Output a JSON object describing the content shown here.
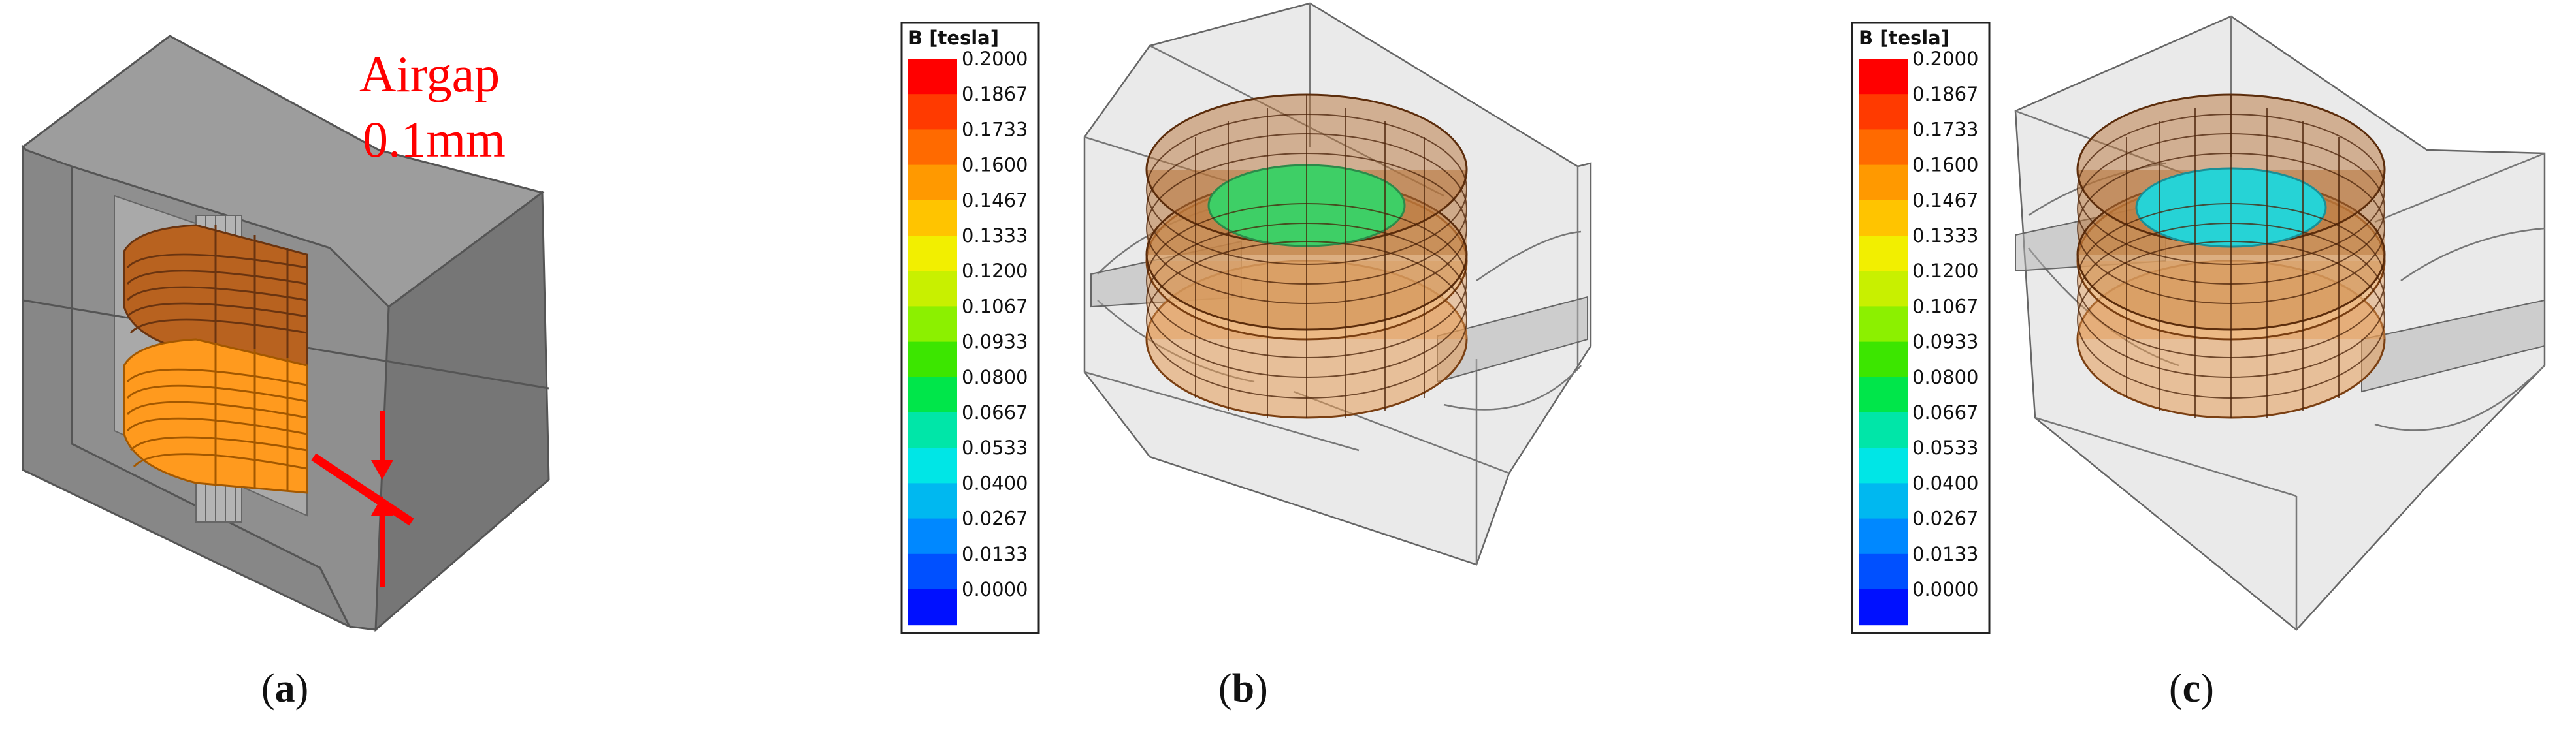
{
  "panels": [
    {
      "id": "a",
      "caption_paren_open": "(",
      "caption_letter": "a",
      "caption_paren_close": ")",
      "annotation": [
        "Airgap",
        "0.1mm"
      ]
    },
    {
      "id": "b",
      "caption_paren_open": "(",
      "caption_letter": "b",
      "caption_paren_close": ")",
      "legend_title": "B [tesla]",
      "inner_fill": "#3ecf66"
    },
    {
      "id": "c",
      "caption_paren_open": "(",
      "caption_letter": "c",
      "caption_paren_close": ")",
      "legend_title": "B [tesla]",
      "inner_fill": "#26d3d6"
    }
  ],
  "legend": {
    "values": [
      "0.2000",
      "0.1867",
      "0.1733",
      "0.1600",
      "0.1467",
      "0.1333",
      "0.1200",
      "0.1067",
      "0.0933",
      "0.0800",
      "0.0667",
      "0.0533",
      "0.0400",
      "0.0267",
      "0.0133",
      "0.0000"
    ],
    "colors": [
      "#ff0000",
      "#ff3a00",
      "#ff6a00",
      "#ff9900",
      "#ffc400",
      "#f2ef00",
      "#c8f000",
      "#8cf000",
      "#3ce600",
      "#00e64a",
      "#00e6a8",
      "#00e6e6",
      "#00b8f0",
      "#0088ff",
      "#0050ff",
      "#0010ff"
    ]
  },
  "colors": {
    "core": "#8a8a8a",
    "core_dark": "#6f6f6f",
    "coil_upper": "#b8621f",
    "coil_lower": "#ff9a1e",
    "annotation_red": "#ff0000"
  }
}
